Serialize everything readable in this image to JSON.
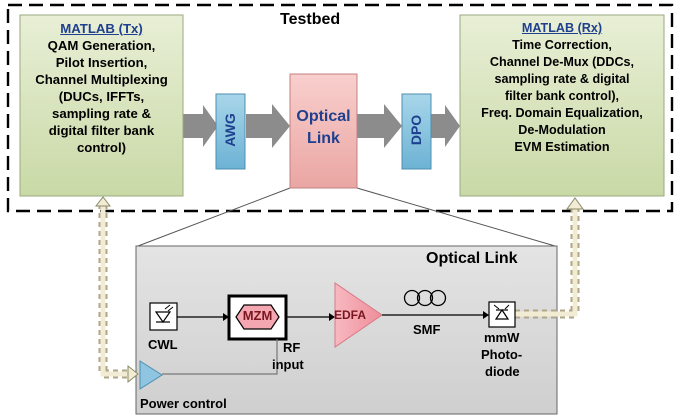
{
  "testbed": {
    "title": "Testbed"
  },
  "tx": {
    "title": "MATLAB (Tx)",
    "lines": [
      "QAM Generation,",
      "Pilot Insertion,",
      "Channel Multiplexing",
      "(DUCs, IFFTs,",
      "sampling rate &",
      "digital filter bank",
      "control)"
    ]
  },
  "rx": {
    "title": "MATLAB (Rx)",
    "lines": [
      "Time Correction,",
      "Channel De-Mux (DDCs,",
      "sampling rate & digital",
      "filter bank control),",
      "Freq. Domain Equalization,",
      "De-Modulation",
      "EVM Estimation"
    ]
  },
  "awg": {
    "label": "AWG"
  },
  "dpo": {
    "label": "DPO"
  },
  "optical_link_box": {
    "line1": "Optical",
    "line2": "Link"
  },
  "optical_panel": {
    "title": "Optical Link",
    "cwl": "CWL",
    "mzm": "MZM",
    "rf_input_1": "RF",
    "rf_input_2": "input",
    "edfa": "EDFA",
    "smf": "SMF",
    "pd_1": "mmW",
    "pd_2": "Photo-",
    "pd_3": "diode",
    "power_control": "Power control"
  },
  "colors": {
    "green_box": "#d8e4bc",
    "blue_box": "#8fc5e0",
    "pink_box": "#f2b7b5",
    "panel_gray": "#d9d9d9",
    "arrow_gray": "#8c8c8c",
    "header_blue": "#1f3f8f",
    "mzm_fill": "#f4a7b0",
    "edfa_fill": "#f4a7b0",
    "power_fill": "#8fc5e0"
  }
}
